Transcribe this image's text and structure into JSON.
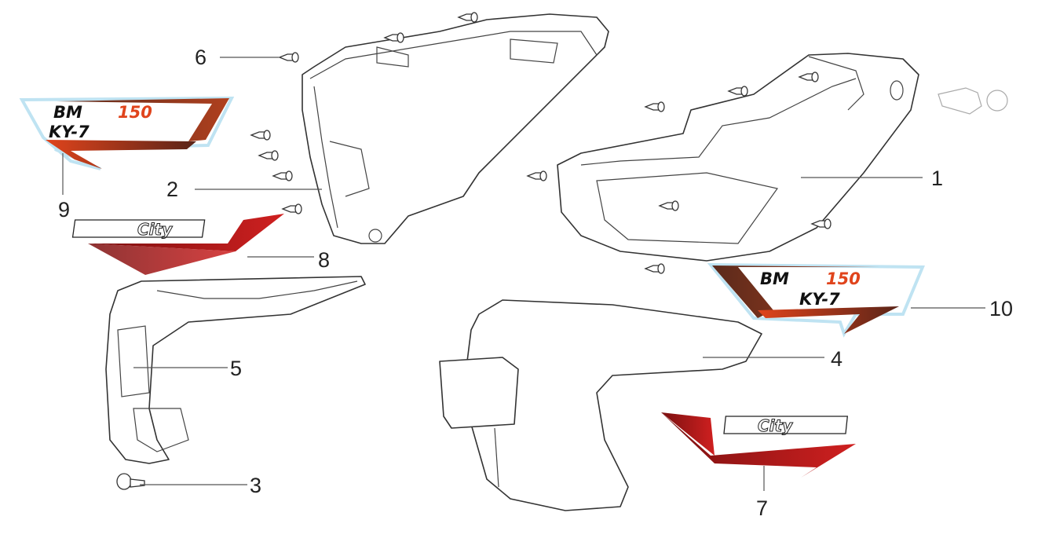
{
  "diagram": {
    "title": "Side cover exploded parts diagram",
    "callouts": [
      {
        "id": "1",
        "label": "1"
      },
      {
        "id": "2",
        "label": "2"
      },
      {
        "id": "3",
        "label": "3"
      },
      {
        "id": "4",
        "label": "4"
      },
      {
        "id": "5",
        "label": "5"
      },
      {
        "id": "6",
        "label": "6"
      },
      {
        "id": "7",
        "label": "7"
      },
      {
        "id": "8",
        "label": "8"
      },
      {
        "id": "9",
        "label": "9"
      },
      {
        "id": "10",
        "label": "10"
      }
    ],
    "decal_bm": {
      "brand": "BM",
      "displacement": "150",
      "model": "KY-7"
    },
    "decal_city": {
      "word": "City"
    },
    "colors": {
      "orange": "#e0441c",
      "brown": "#7a3420",
      "red": "#b01818",
      "outline": "#333333"
    }
  }
}
